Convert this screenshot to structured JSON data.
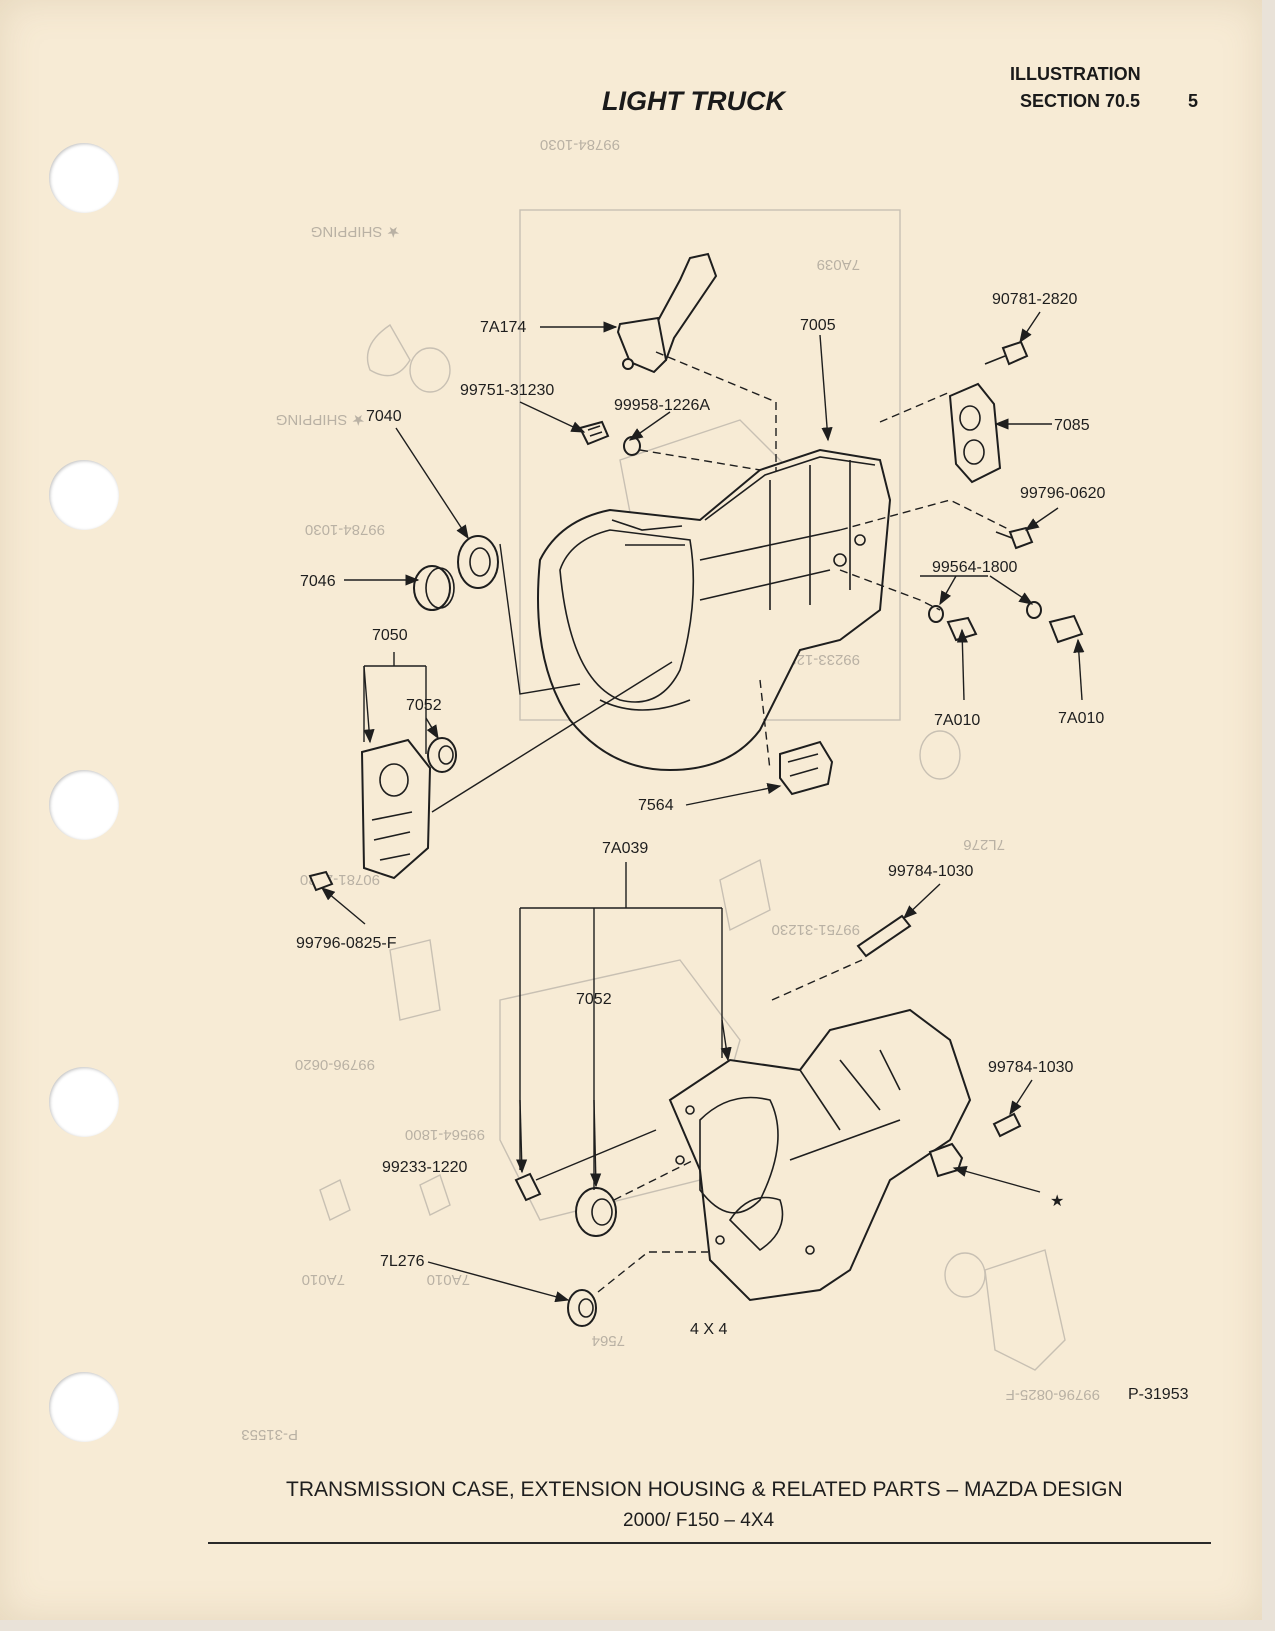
{
  "header": {
    "title": "LIGHT TRUCK",
    "illustration": "ILLUSTRATION",
    "section": "SECTION 70.5",
    "page_number": "5"
  },
  "labels": {
    "p7A174": "7A174",
    "p7005": "7005",
    "p90781_2820": "90781-2820",
    "p99751_31230": "99751-31230",
    "p99958_1226A": "99958-1226A",
    "p7040": "7040",
    "p7085": "7085",
    "p99796_0620": "99796-0620",
    "p7046": "7046",
    "p99564_1800": "99564-1800",
    "p7050": "7050",
    "p7052_top": "7052",
    "p7A010_a": "7A010",
    "p7A010_b": "7A010",
    "p7564": "7564",
    "p7A039": "7A039",
    "p99784_1030_a": "99784-1030",
    "p99796_0825F": "99796-0825-F",
    "p7052_bottom": "7052",
    "p99784_1030_b": "99784-1030",
    "p99233_1220": "99233-1220",
    "star": "★",
    "p7L276": "7L276",
    "config": "4 X 4"
  },
  "figure_ref": "P-31953",
  "caption": {
    "line1": "TRANSMISSION CASE, EXTENSION HOUSING & RELATED PARTS – MAZDA DESIGN",
    "line2": "2000/ F150 – 4X4"
  }
}
